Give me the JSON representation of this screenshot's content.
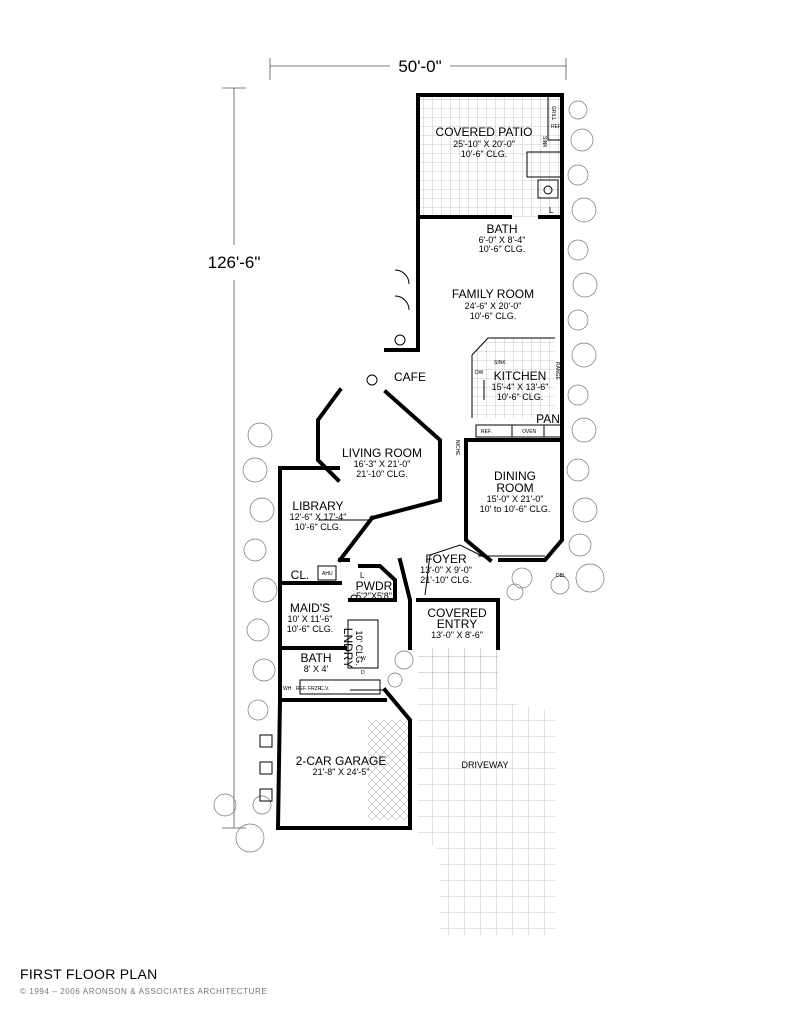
{
  "dimensions": {
    "width_label": "50'-0\"",
    "depth_label": "126'-6\""
  },
  "rooms": {
    "covered_patio": {
      "name": "COVERED PATIO",
      "size": "25'-10\" X 20'-0\"",
      "clg": "10'-6\" CLG."
    },
    "bath_upper": {
      "name": "BATH",
      "size": "6'-0\" X 8'-4\"",
      "clg": "10'-6\" CLG."
    },
    "family_room": {
      "name": "FAMILY ROOM",
      "size": "24'-6\" X 20'-0\"",
      "clg": "10'-6\" CLG."
    },
    "kitchen": {
      "name": "KITCHEN",
      "size": "15'-4\" X 13'-6\"",
      "clg": "10'-6\" CLG."
    },
    "cafe": {
      "name": "CAFE"
    },
    "pan": {
      "name": "PAN"
    },
    "living_room": {
      "name": "LIVING ROOM",
      "size": "16'-3\" X 21'-0\"",
      "clg": "21'-10\" CLG."
    },
    "dining_room": {
      "name_line1": "DINING",
      "name_line2": "ROOM",
      "size": "15'-0\" X 21'-0\"",
      "clg": "10' to 10'-6\" CLG."
    },
    "library": {
      "name": "LIBRARY",
      "size": "12'-6\" X 17'-4\"",
      "clg": "10'-6\" CLG."
    },
    "foyer": {
      "name": "FOYER",
      "size": "13'-0\" X 9'-0\"",
      "clg": "21'-10\" CLG."
    },
    "closet": {
      "name": "CL."
    },
    "pwdr": {
      "name": "PWDR",
      "size": "5'2\"X5'8\""
    },
    "covered_entry": {
      "name_line1": "COVERED",
      "name_line2": "ENTRY",
      "size": "13'-0\" X 8'-6\""
    },
    "maids": {
      "name": "MAID'S",
      "size": "10' X 11'-6\"",
      "clg": "10'-6\" CLG."
    },
    "bath_lower": {
      "name": "BATH",
      "size": "8' X 4'"
    },
    "laundry": {
      "name": "LNDRY",
      "clg": "10' CLG."
    },
    "garage": {
      "name": "2-CAR GARAGE",
      "size": "21'-8\" X 24'-5\""
    },
    "driveway": {
      "name": "DRIVEWAY"
    }
  },
  "fixtures": {
    "grill": "GRILL",
    "ref_patio": "REF.",
    "sink_patio": "SINK",
    "l_upper": "L",
    "sink_kitchen": "SINK",
    "dw": "DW",
    "range": "RANGE",
    "ref_kitchen": "REF.",
    "oven": "OVEN",
    "niche_a": "NICHE",
    "niche_b": "NICHE",
    "ahu": "AHU",
    "l_pwdr": "L",
    "dbl": "DBL",
    "wh": "WH",
    "ref_garage": "REF.",
    "frzr": "FRZR",
    "cv": "C.V.",
    "dw_laundry": "D",
    "w_laundry": "W"
  },
  "footer": {
    "title": "FIRST FLOOR PLAN",
    "copyright": "© 1994 – 2006 ARONSON & ASSOCIATES ARCHITECTURE"
  }
}
